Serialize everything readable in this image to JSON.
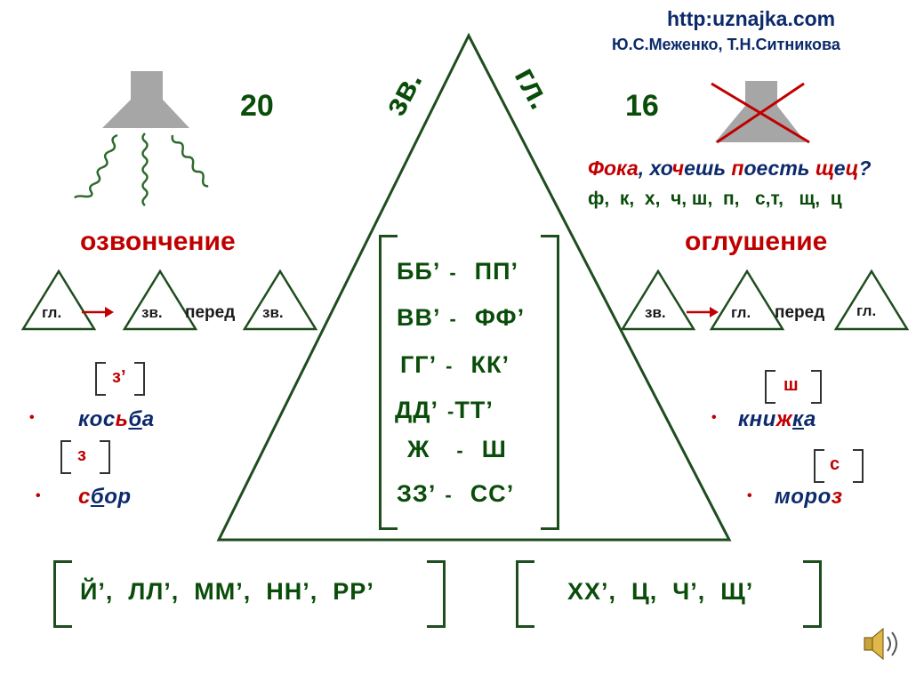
{
  "header": {
    "site": "http:uznajka.com",
    "authors": "Ю.С.Меженко, Т.Н.Ситникова"
  },
  "counts": {
    "voiced": "20",
    "voiceless": "16"
  },
  "triangle_labels": {
    "left": "зв.",
    "right": "гл."
  },
  "left": {
    "heading": "озвончение",
    "rule": {
      "from": "гл.",
      "to": "зв.",
      "word": "перед",
      "before": "зв."
    },
    "examples": [
      {
        "sound": "з’",
        "parts": [
          "кос",
          "ь",
          "б",
          "а"
        ]
      },
      {
        "sound": "з",
        "parts": [
          "с",
          "б",
          "ор"
        ]
      }
    ],
    "bullet": "•"
  },
  "right": {
    "mnemonic": [
      "Фока",
      ", ",
      "хо",
      "ч",
      "ешь ",
      "п",
      "оесть ",
      "щ",
      "е",
      "ц",
      "?"
    ],
    "letters": "ф,  к,  х,  ч, ш,  п,   с,т,   щ,  ц",
    "heading": "оглушение",
    "rule": {
      "from": "зв.",
      "to": "гл.",
      "word": "перед",
      "before": "гл."
    },
    "examples": [
      {
        "sound": "ш",
        "parts": [
          "кни",
          "ж",
          "к",
          "а"
        ]
      },
      {
        "sound": "с",
        "parts": [
          "моро",
          "з"
        ]
      }
    ],
    "bullet": "•"
  },
  "pairs": [
    {
      "voiced": "ББ",
      "voiceless": "ПП"
    },
    {
      "voiced": "ВВ",
      "voiceless": "ФФ"
    },
    {
      "voiced": "ГГ",
      "voiceless": "КК"
    },
    {
      "voiced": "ДД",
      "voiceless": "ТТ"
    },
    {
      "voiced": "Ж",
      "voiceless": "Ш"
    },
    {
      "voiced": "ЗЗ",
      "voiceless": "СС"
    }
  ],
  "pair_mark": "’",
  "pair_dash": "-",
  "sonorants": "Й’,  ЛЛ’,  ММ’,  НН’,  РР’",
  "unpaired_voiceless": "ХХ’,  Ц,  Ч’,  Щ’",
  "colors": {
    "green": "#0a4d0a",
    "red": "#c00000",
    "navy": "#0c2a6b",
    "gray": "#a6a6a6"
  },
  "icons": [
    "lamp-icon",
    "crossed-lamp-icon",
    "speaker-icon"
  ]
}
